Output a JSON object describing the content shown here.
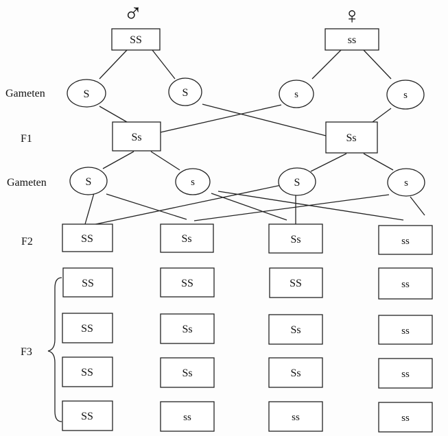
{
  "symbols": {
    "male": "♂",
    "female": "♀"
  },
  "parents": [
    "SS",
    "ss"
  ],
  "labels": {
    "gameten1": "Gameten",
    "f1": "F1",
    "gameten2": "Gameten",
    "f2": "F2",
    "f3": "F3"
  },
  "gametes1": [
    "S",
    "S",
    "s",
    "s"
  ],
  "f1": [
    "Ss",
    "Ss"
  ],
  "gametes2": [
    "S",
    "s",
    "S",
    "s"
  ],
  "f2": [
    "SS",
    "Ss",
    "Ss",
    "ss"
  ],
  "f3": [
    [
      "SS",
      "SS",
      "SS",
      "ss"
    ],
    [
      "SS",
      "Ss",
      "Ss",
      "ss"
    ],
    [
      "SS",
      "Ss",
      "Ss",
      "ss"
    ],
    [
      "SS",
      "ss",
      "ss",
      "ss"
    ]
  ]
}
